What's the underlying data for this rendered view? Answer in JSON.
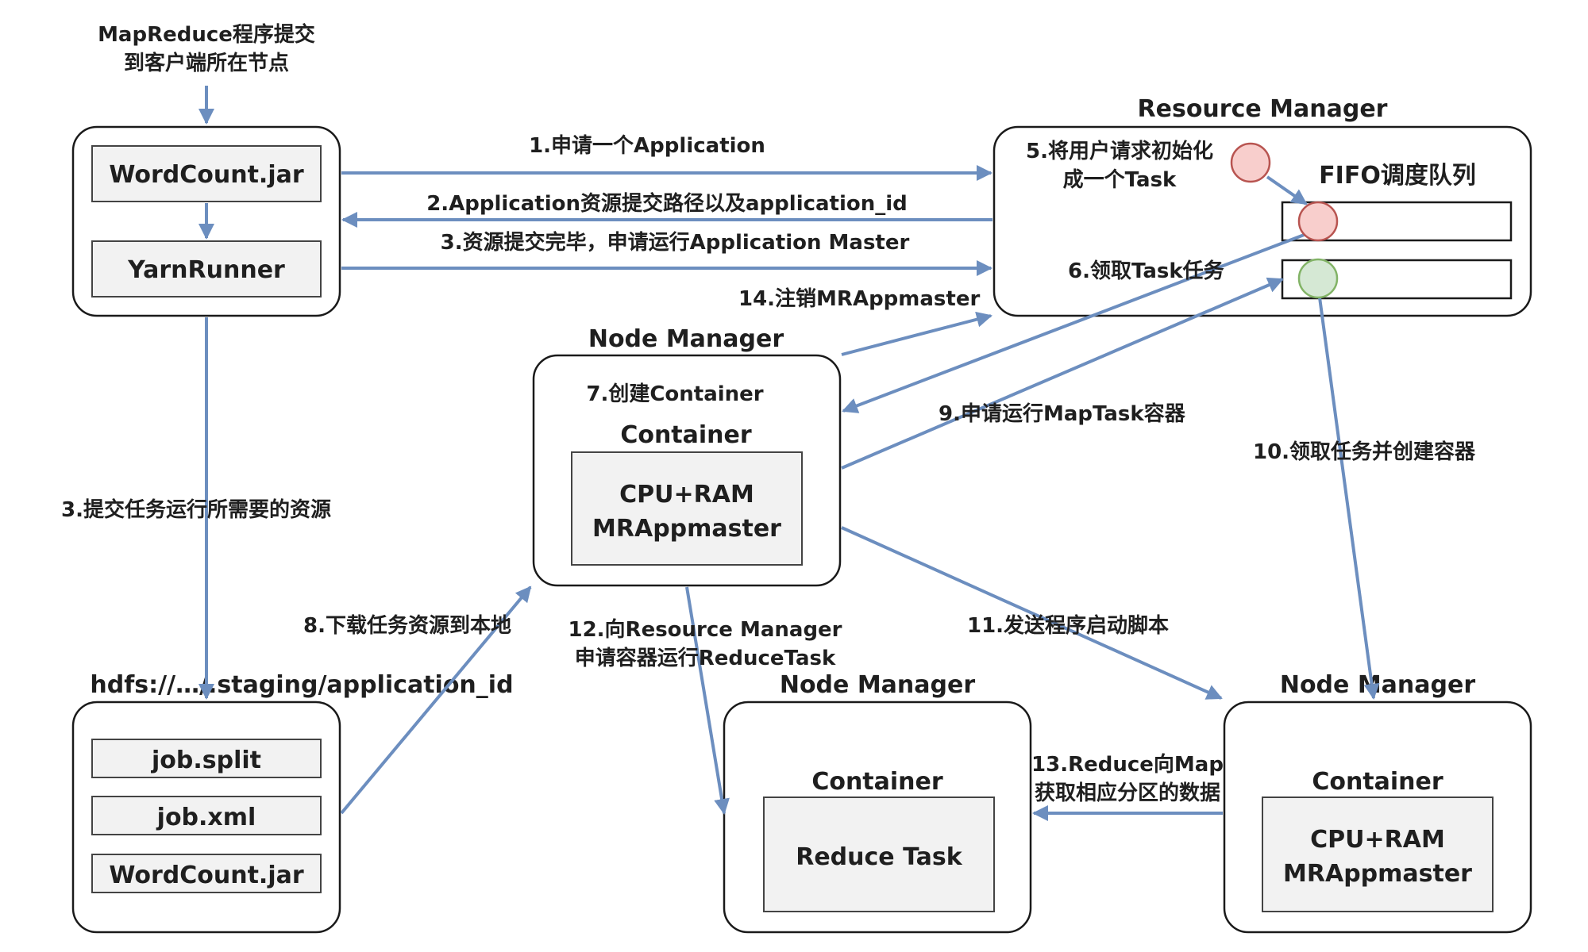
{
  "colors": {
    "arrow": "#6c8ebf",
    "red_dot_fill": "#f8cecc",
    "red_dot_stroke": "#b85450",
    "green_dot_fill": "#d5e8d4",
    "green_dot_stroke": "#82b366",
    "inner_box": "#f2f2f2"
  },
  "client": {
    "note_line1": "MapReduce程序提交",
    "note_line2": "到客户端所在节点",
    "jar": "WordCount.jar",
    "runner": "YarnRunner"
  },
  "resource_manager": {
    "title": "Resource Manager",
    "init_line1": "5.将用户请求初始化",
    "init_line2": "成一个Task",
    "queue_title": "FIFO调度队列"
  },
  "node_manager_1": {
    "title": "Node Manager",
    "create": "7.创建Container",
    "container": "Container",
    "res": "CPU+RAM",
    "app": "MRAppmaster"
  },
  "hdfs": {
    "title": "hdfs://…/.staging/application_id",
    "files": [
      "job.split",
      "job.xml",
      "WordCount.jar"
    ]
  },
  "node_manager_2": {
    "title": "Node Manager",
    "container": "Container",
    "task": "Reduce Task"
  },
  "node_manager_3": {
    "title": "Node Manager",
    "container": "Container",
    "res": "CPU+RAM",
    "app": "MRAppmaster"
  },
  "steps": {
    "s1": "1.申请一个Application",
    "s2": "2.Application资源提交路径以及application_id",
    "s3a": "3.资源提交完毕，申请运行Application Master",
    "s3b": "3.提交任务运行所需要的资源",
    "s6": "6.领取Task任务",
    "s8": "8.下载任务资源到本地",
    "s9": "9.申请运行MapTask容器",
    "s10": "10.领取任务并创建容器",
    "s11": "11.发送程序启动脚本",
    "s12_line1": "12.向Resource Manager",
    "s12_line2": "申请容器运行ReduceTask",
    "s13_line1": "13.Reduce向Map",
    "s13_line2": "获取相应分区的数据",
    "s14": "14.注销MRAppmaster"
  }
}
